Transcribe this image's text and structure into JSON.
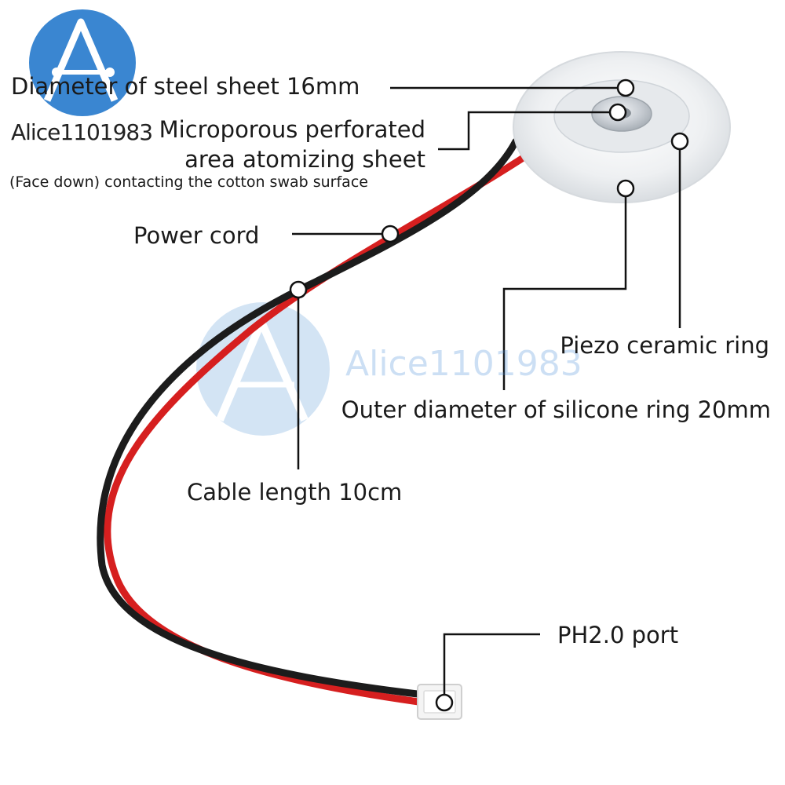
{
  "brand": {
    "logo_text": "Alice1101983",
    "watermark_text": "Alice1101983",
    "logo_color": "#3a86d1"
  },
  "labels": {
    "steel_sheet": "Diameter of steel sheet 16mm",
    "atomizing_line1": "Microporous perforated",
    "atomizing_line2": "area atomizing sheet",
    "atomizing_note": "(Face down) contacting the cotton swab surface",
    "power_cord": "Power cord",
    "piezo_ring": "Piezo ceramic ring",
    "silicone_ring": "Outer diameter of silicone ring 20mm",
    "cable_length": "Cable length 10cm",
    "port": "PH2.0 port"
  },
  "colors": {
    "wire_red": "#d61f1f",
    "wire_black": "#1c1c1c",
    "silicone": "#eef0f2",
    "steel": "#c9ced4",
    "leader": "#111111"
  }
}
